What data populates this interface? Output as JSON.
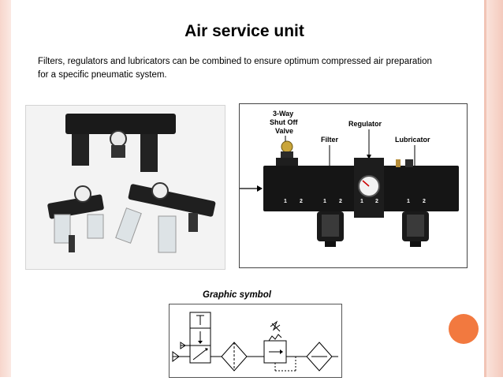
{
  "slide": {
    "title": "Air service unit",
    "description_line1": "Filters, regulators and lubricators can be combined to ensure optimum  compressed air preparation",
    "description_line2": "for a specific pneumatic system.",
    "caption": "Graphic symbol"
  },
  "diagram": {
    "labels": {
      "shutoff_line1": "3-Way",
      "shutoff_line2": "Shut Off",
      "shutoff_line3": "Valve",
      "filter": "Filter",
      "regulator": "Regulator",
      "lubricator": "Lubricator"
    },
    "ports": [
      "1",
      "2",
      "1",
      "2",
      "1",
      "2",
      "1",
      "2"
    ]
  },
  "colors": {
    "accent": "#f2793f",
    "border_tint": "#f7d6cc",
    "unit_body": "#151515"
  }
}
